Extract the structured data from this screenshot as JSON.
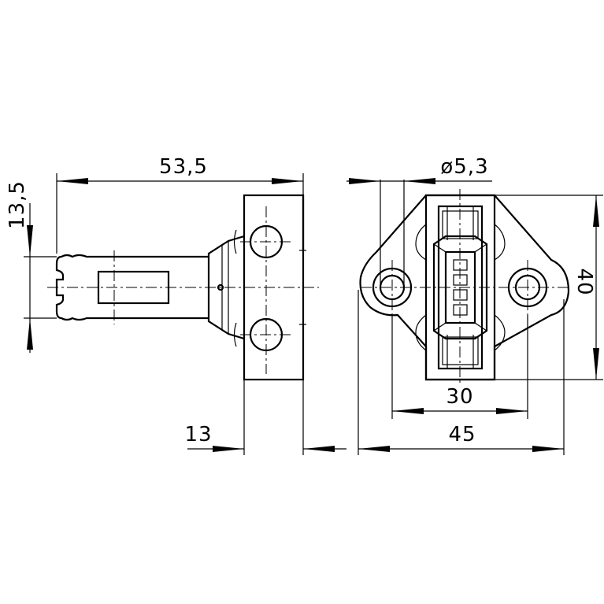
{
  "dimensions": {
    "overall_length": "53,5",
    "height_left": "13,5",
    "flange": "13",
    "hole_diameter": "ø5,3",
    "hole_spacing": "30",
    "width": "45",
    "height_right": "40"
  }
}
